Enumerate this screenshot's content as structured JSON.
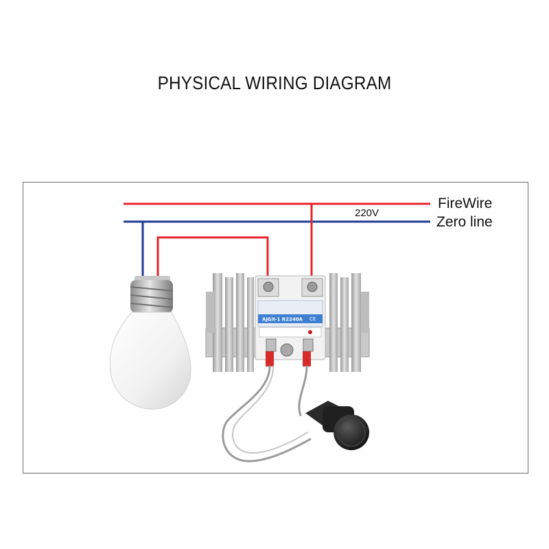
{
  "title": "PHYSICAL WIRING DIAGRAM",
  "wires": {
    "live_label": "FireWire",
    "neutral_label": "Zero line",
    "voltage_label": "220V"
  },
  "relay": {
    "model_label": "AJGX-1  R2240A",
    "ce_mark": "CE"
  },
  "colors": {
    "live_wire": "#e8232a",
    "neutral_wire": "#1f3a93",
    "frame_border": "#6b6b6b",
    "relay_label": "#3f7fd1"
  }
}
